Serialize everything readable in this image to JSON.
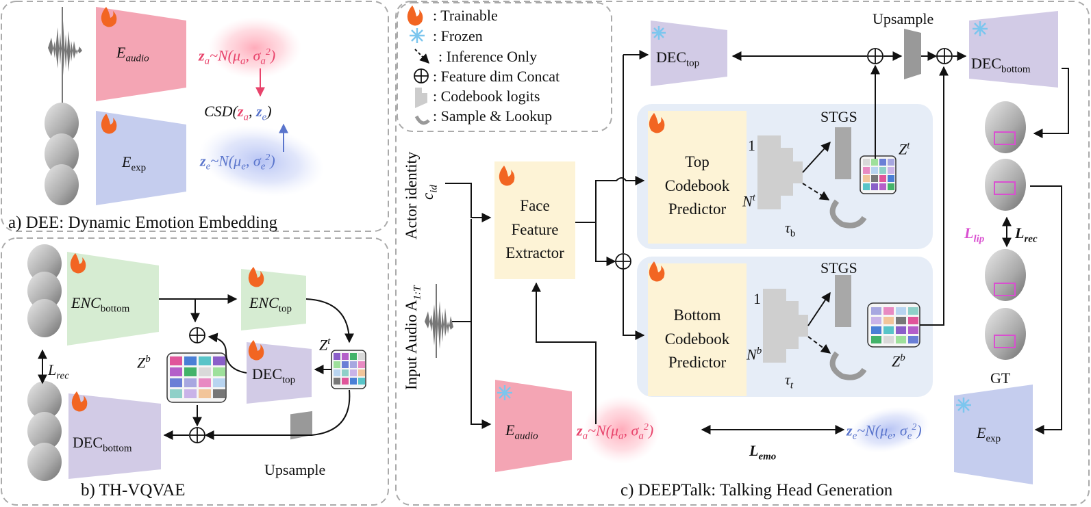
{
  "legend": {
    "trainable": ": Trainable",
    "frozen": ": Frozen",
    "inference_only": ": Inference Only",
    "feature_concat": ": Feature dim Concat",
    "codebook_logits": ": Codebook logits",
    "sample_lookup": ": Sample & Lookup"
  },
  "panel_a": {
    "caption": "a) DEE: Dynamic Emotion Embedding",
    "e_audio": "E",
    "e_audio_sub": "audio",
    "e_exp": "E",
    "e_exp_sub": "exp",
    "za_eq": "z",
    "za_sub": "a",
    "za_rest": "~N(μ",
    "za_mu_sub": "a",
    "za_sigma": ", σ",
    "za_sigma_sub": "a",
    "za_sigma_sup": "2",
    "za_close": ")",
    "ze_eq": "z",
    "ze_sub": "e",
    "ze_rest": "~N(μ",
    "ze_mu_sub": "e",
    "ze_sigma": ", σ",
    "ze_sigma_sub": "e",
    "ze_sigma_sup": "2",
    "ze_close": ")",
    "csd": "CSD(",
    "csd_za": "z",
    "csd_za_sub": "a",
    "csd_comma": ", ",
    "csd_ze": "z",
    "csd_ze_sub": "e",
    "csd_close": ")"
  },
  "panel_b": {
    "caption": "b) TH-VQVAE",
    "enc_bottom": "ENC",
    "enc_bottom_sub": "bottom",
    "enc_top": "ENC",
    "enc_top_sub": "top",
    "dec_top": "DEC",
    "dec_top_sub": "top",
    "dec_bottom": "DEC",
    "dec_bottom_sub": "bottom",
    "zb": "Z",
    "zb_sup": "b",
    "zt": "Z",
    "zt_sup": "t",
    "lrec": "L",
    "lrec_sub": "rec",
    "upsample": "Upsample"
  },
  "panel_c": {
    "caption": "c) DEEPTalk: Talking Head Generation",
    "upsample": "Upsample",
    "dec_top": "DEC",
    "dec_top_sub": "top",
    "dec_bottom": "DEC",
    "dec_bottom_sub": "bottom",
    "actor_identity": "Actor identity",
    "cid": "c",
    "cid_sub": "id",
    "input_audio": "Input Audio A",
    "input_audio_sub": "1:T",
    "face_feature_extractor": [
      "Face",
      "Feature",
      "Extractor"
    ],
    "top_predictor": [
      "Top",
      "Codebook",
      "Predictor"
    ],
    "bottom_predictor": [
      "Bottom",
      "Codebook",
      "Predictor"
    ],
    "stgs_top": "STGS",
    "stgs_bottom": "STGS",
    "one_top": "1",
    "one_bottom": "1",
    "nt": "N",
    "nt_sup": "t",
    "nb": "N",
    "nb_sup": "b",
    "tau_b": "τ",
    "tau_b_sub": "b",
    "tau_t": "τ",
    "tau_t_sub": "t",
    "zt": "Z",
    "zt_sup": "t",
    "zb": "Z",
    "zb_sup": "b",
    "e_audio": "E",
    "e_audio_sub": "audio",
    "e_exp": "E",
    "e_exp_sub": "exp",
    "za": "z",
    "za_sub": "a",
    "za_rest": "~N(μ",
    "za_mu_sub": "a",
    "za_sigma": ", σ",
    "za_sigma_sub": "a",
    "za_sup": "2",
    "za_close": ")",
    "ze": "z",
    "ze_sub": "e",
    "ze_rest": "~N(μ",
    "ze_mu_sub": "e",
    "ze_sigma": ", σ",
    "ze_sigma_sub": "e",
    "ze_sup": "2",
    "ze_close": ")",
    "lemo": "L",
    "lemo_sub": "emo",
    "llip": "L",
    "llip_sub": "lip",
    "lrec": "L",
    "lrec_sub": "rec",
    "gt": "GT"
  },
  "colors": {
    "audio_pink": "#f4a5b4",
    "exp_blue": "#c5cdee",
    "enc_green": "#d6ecd2",
    "dec_purple": "#d2cbe6",
    "extractor_yellow": "#fdf3d6",
    "panel_blue": "#e6edf7",
    "text_pink": "#e8436b",
    "text_blue": "#5a75cc",
    "lip_magenta": "#d94fd0"
  }
}
